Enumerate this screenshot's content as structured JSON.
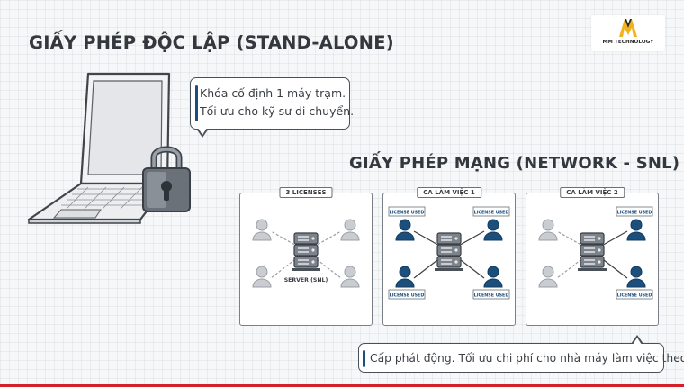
{
  "logo": {
    "text": "MM TECHNOLOGY",
    "colors": {
      "gold": "#f2b21b",
      "dark": "#2b2b2b"
    }
  },
  "standalone": {
    "title": "GIẤY PHÉP ĐỘC LẬP (STAND-ALONE)",
    "bubble": [
      "Khóa cố định 1 máy trạm.",
      "Tối ưu cho kỹ sư di chuyển."
    ],
    "icons": [
      "laptop-icon",
      "padlock-icon"
    ]
  },
  "network": {
    "title": "GIẤY PHÉP MẠNG (NETWORK - SNL)",
    "panels": [
      {
        "label": "3 LICENSES",
        "server_label": "SERVER (SNL)",
        "users": [
          {
            "active": false,
            "badge": ""
          },
          {
            "active": false,
            "badge": ""
          },
          {
            "active": false,
            "badge": ""
          },
          {
            "active": false,
            "badge": ""
          }
        ]
      },
      {
        "label": "CA LÀM VIỆC 1",
        "server_label": "",
        "users": [
          {
            "active": true,
            "badge": "LICENSE USED"
          },
          {
            "active": true,
            "badge": "LICENSE USED"
          },
          {
            "active": true,
            "badge": "LICENSE USED"
          },
          {
            "active": true,
            "badge": "LICENSE USED"
          }
        ]
      },
      {
        "label": "CA LÀM VIỆC 2",
        "server_label": "",
        "users": [
          {
            "active": false,
            "badge": ""
          },
          {
            "active": true,
            "badge": "LICENSE USED"
          },
          {
            "active": false,
            "badge": ""
          },
          {
            "active": true,
            "badge": "LICENSE USED"
          }
        ]
      }
    ],
    "bubble": "Cấp phát động. Tối ưu chi phí cho nhà máy làm việc theo ca."
  },
  "colors": {
    "active_user": "#1d4f7c",
    "inactive_user": "#c9ccd0",
    "accent_bar": "#d3202a",
    "text": "#33383e"
  }
}
